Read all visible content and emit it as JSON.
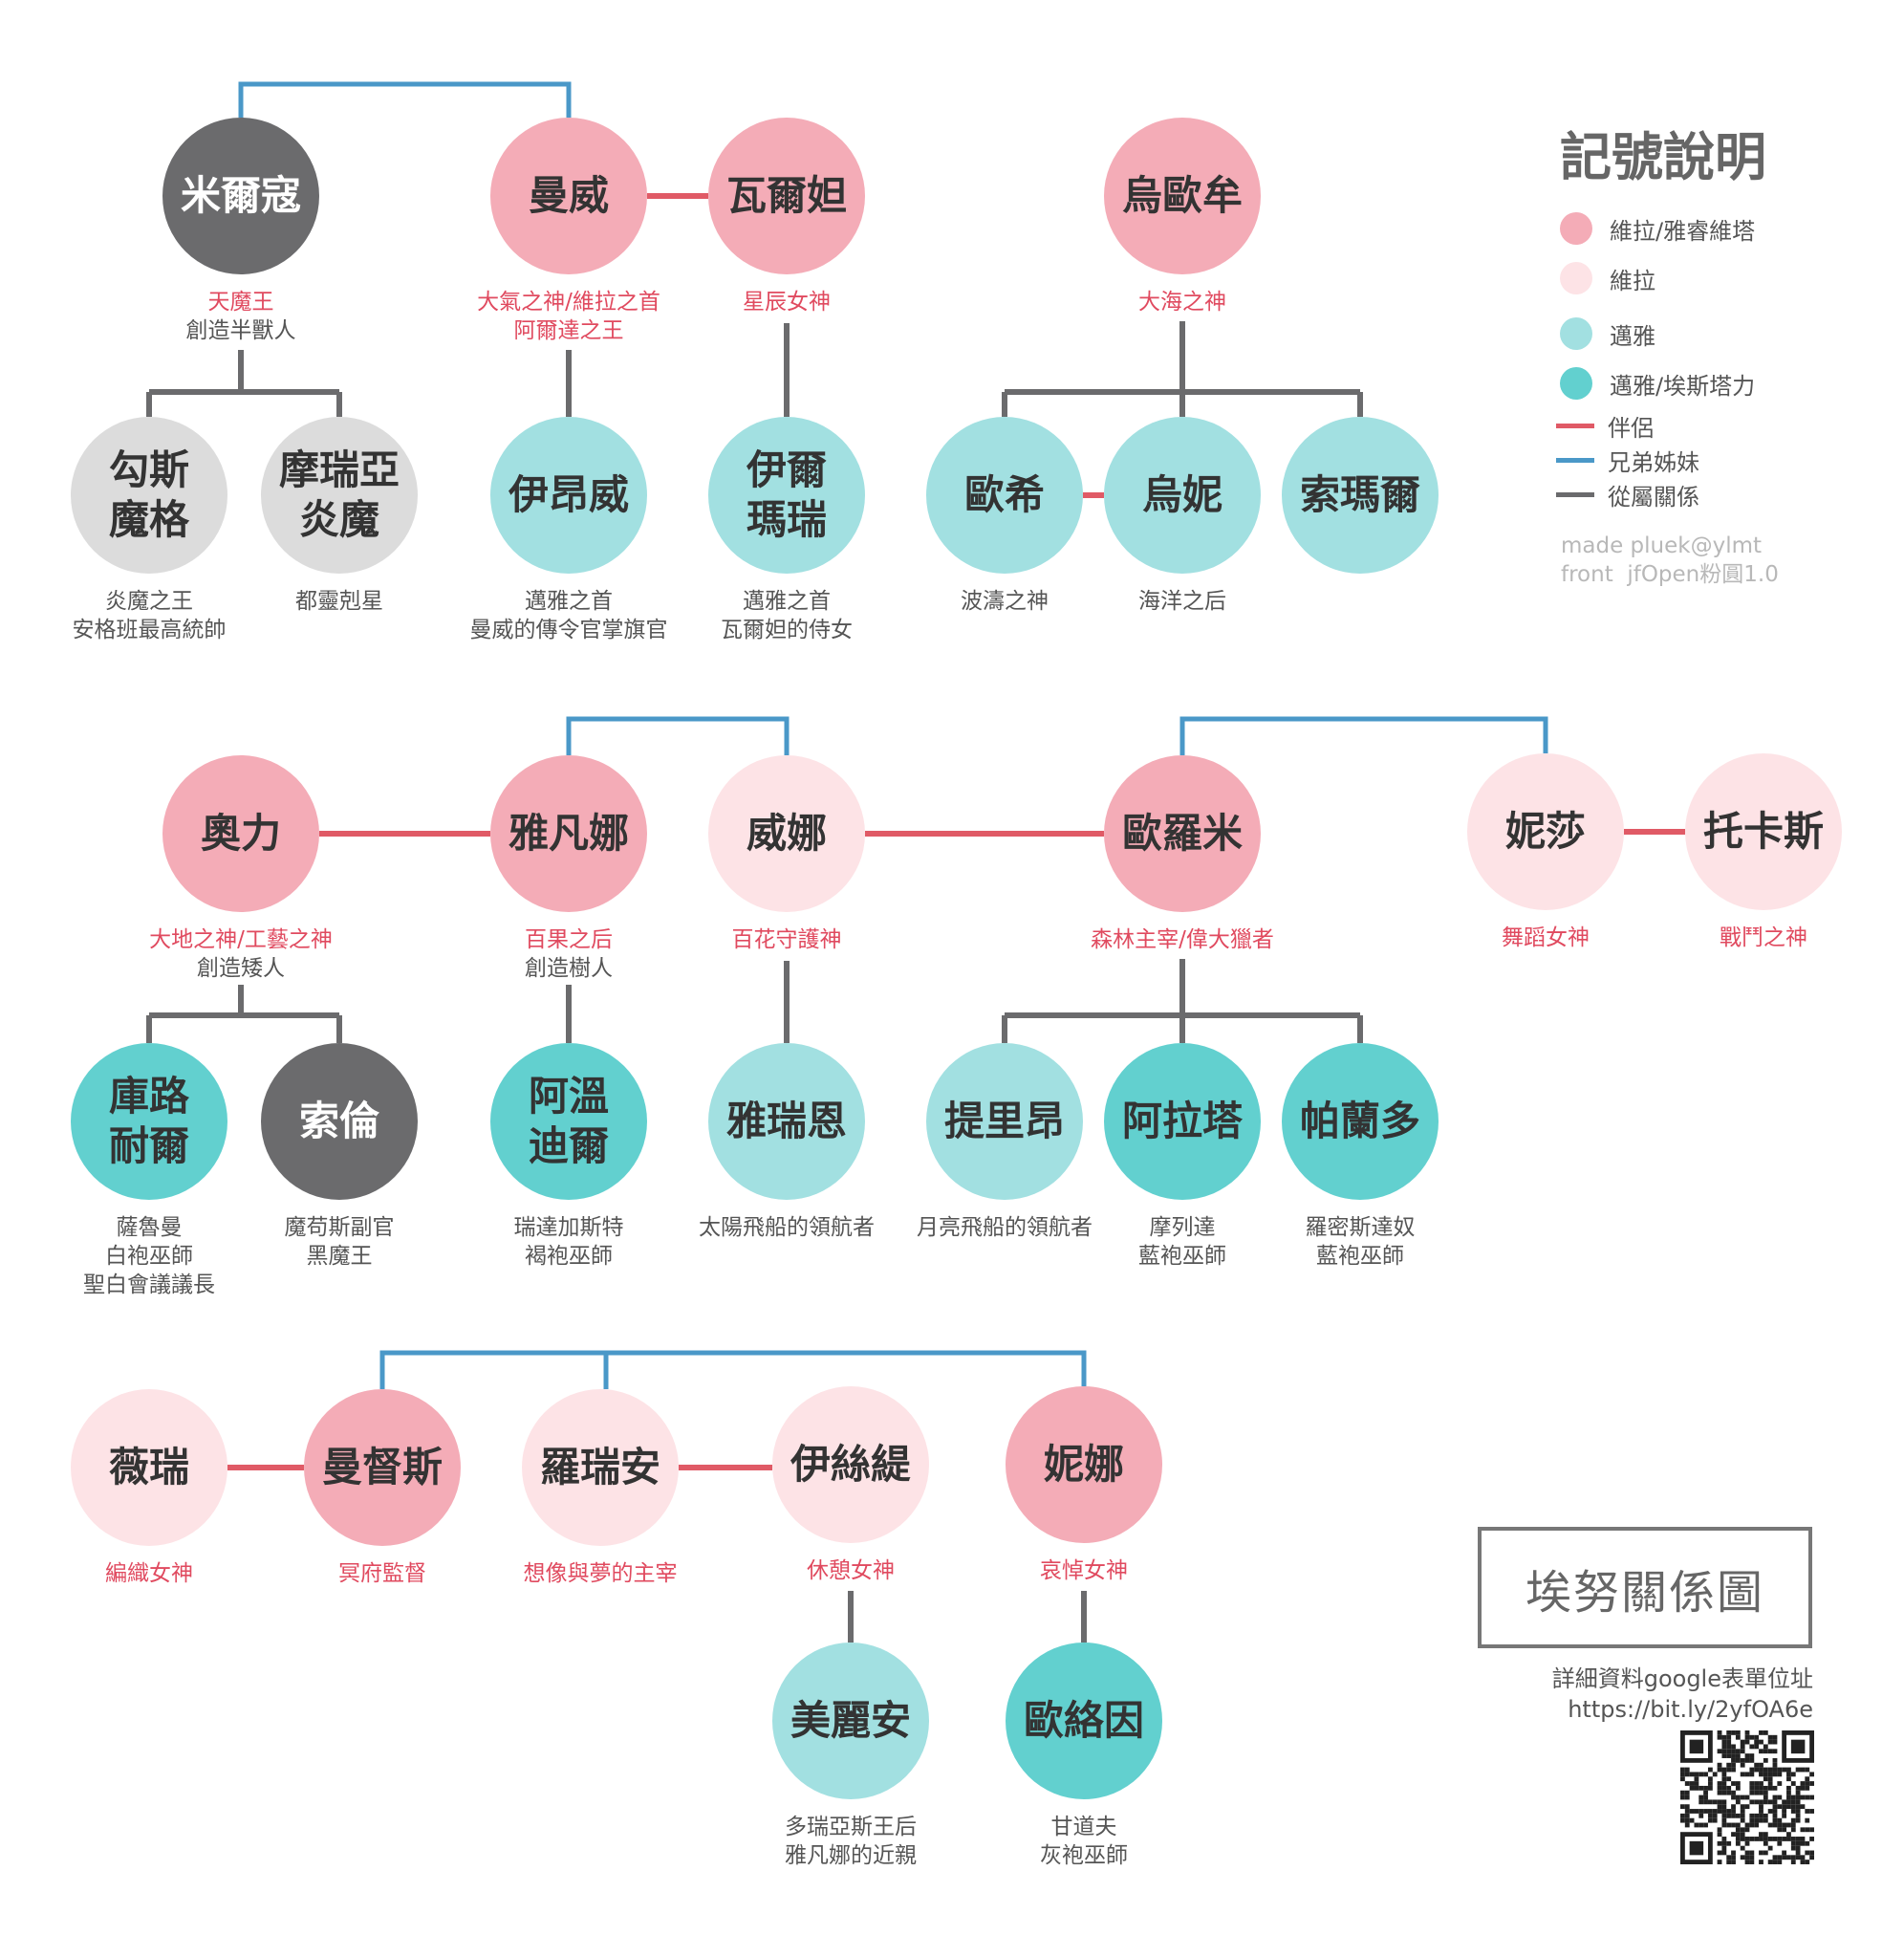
{
  "colors": {
    "valar": "#f4acb7",
    "valar_light": "#fde3e6",
    "maiar": "#a2e0e1",
    "maiar_istari": "#62d0cf",
    "dark": "#6b6b6d",
    "grey": "#dcdcdc",
    "spouse_line": "#e05a66",
    "sibling_line": "#4a98c8",
    "follower_line": "#6b6b6d",
    "title_text": "#e04a5f"
  },
  "legend": {
    "title": "記號說明",
    "items": [
      {
        "type": "dot",
        "color_key": "valar",
        "label": "維拉/雅睿維塔"
      },
      {
        "type": "dot",
        "color_key": "valar_light",
        "label": "維拉"
      },
      {
        "type": "dot",
        "color_key": "maiar",
        "label": "邁雅"
      },
      {
        "type": "dot",
        "color_key": "maiar_istari",
        "label": "邁雅/埃斯塔力"
      },
      {
        "type": "line",
        "color_key": "spouse_line",
        "label": "伴侶"
      },
      {
        "type": "line",
        "color_key": "sibling_line",
        "label": "兄弟姊妹"
      },
      {
        "type": "line",
        "color_key": "follower_line",
        "label": "從屬關係"
      }
    ]
  },
  "credits": {
    "made": "made pluek@ylmt",
    "font": "front  jfOpen粉圓1.0"
  },
  "chart_title": "埃努關係圖",
  "source": {
    "label": "詳細資料google表單位址",
    "url": "https://bit.ly/2yfOA6e"
  },
  "nodes": [
    {
      "id": "melkor",
      "name": "米爾寇",
      "kind": "dark",
      "title": "天魔王",
      "desc": "創造半獸人"
    },
    {
      "id": "manwe",
      "name": "曼威",
      "kind": "valar",
      "title": "大氣之神/維拉之首\n阿爾達之王",
      "desc": ""
    },
    {
      "id": "varda",
      "name": "瓦爾妲",
      "kind": "valar",
      "title": "星辰女神",
      "desc": ""
    },
    {
      "id": "ulmo",
      "name": "烏歐牟",
      "kind": "valar",
      "title": "大海之神",
      "desc": ""
    },
    {
      "id": "gothmog",
      "name": "勾斯\n魔格",
      "kind": "grey",
      "title": "",
      "desc": "炎魔之王\n安格班最高統帥"
    },
    {
      "id": "balrog",
      "name": "摩瑞亞\n炎魔",
      "kind": "grey",
      "title": "",
      "desc": "都靈剋星"
    },
    {
      "id": "eonwe",
      "name": "伊昂威",
      "kind": "maiar",
      "title": "",
      "desc": "邁雅之首\n曼威的傳令官掌旗官"
    },
    {
      "id": "ilmare",
      "name": "伊爾\n瑪瑞",
      "kind": "maiar",
      "title": "",
      "desc": "邁雅之首\n瓦爾妲的侍女"
    },
    {
      "id": "osse",
      "name": "歐希",
      "kind": "maiar",
      "title": "",
      "desc": "波濤之神"
    },
    {
      "id": "uinen",
      "name": "烏妮",
      "kind": "maiar",
      "title": "",
      "desc": "海洋之后"
    },
    {
      "id": "salmar",
      "name": "索瑪爾",
      "kind": "maiar",
      "title": "",
      "desc": ""
    },
    {
      "id": "aule",
      "name": "奧力",
      "kind": "valar",
      "title": "大地之神/工藝之神",
      "desc": "創造矮人"
    },
    {
      "id": "yavanna",
      "name": "雅凡娜",
      "kind": "valar",
      "title": "百果之后",
      "desc": "創造樹人"
    },
    {
      "id": "vana",
      "name": "威娜",
      "kind": "valar_light",
      "title": "百花守護神",
      "desc": ""
    },
    {
      "id": "orome",
      "name": "歐羅米",
      "kind": "valar",
      "title": "森林主宰/偉大獵者",
      "desc": ""
    },
    {
      "id": "nessa",
      "name": "妮莎",
      "kind": "valar_light",
      "title": "舞蹈女神",
      "desc": ""
    },
    {
      "id": "tulkas",
      "name": "托卡斯",
      "kind": "valar_light",
      "title": "戰鬥之神",
      "desc": ""
    },
    {
      "id": "curunir",
      "name": "庫路\n耐爾",
      "kind": "maiar_istari",
      "title": "",
      "desc": "薩魯曼\n白袍巫師\n聖白會議議長"
    },
    {
      "id": "sauron",
      "name": "索倫",
      "kind": "dark",
      "title": "",
      "desc": "魔苟斯副官\n黑魔王"
    },
    {
      "id": "aiwendil",
      "name": "阿溫\n迪爾",
      "kind": "maiar_istari",
      "title": "",
      "desc": "瑞達加斯特\n褐袍巫師"
    },
    {
      "id": "arien",
      "name": "雅瑞恩",
      "kind": "maiar",
      "title": "",
      "desc": "太陽飛船的領航者"
    },
    {
      "id": "tilion",
      "name": "提里昂",
      "kind": "maiar",
      "title": "",
      "desc": "月亮飛船的領航者"
    },
    {
      "id": "alatar",
      "name": "阿拉塔",
      "kind": "maiar_istari",
      "title": "",
      "desc": "摩列達\n藍袍巫師"
    },
    {
      "id": "pallando",
      "name": "帕蘭多",
      "kind": "maiar_istari",
      "title": "",
      "desc": "羅密斯達奴\n藍袍巫師"
    },
    {
      "id": "vaire",
      "name": "薇瑞",
      "kind": "valar_light",
      "title": "編織女神",
      "desc": ""
    },
    {
      "id": "mandos",
      "name": "曼督斯",
      "kind": "valar",
      "title": "冥府監督",
      "desc": ""
    },
    {
      "id": "lorien",
      "name": "羅瑞安",
      "kind": "valar_light",
      "title": "想像與夢的主宰",
      "desc": ""
    },
    {
      "id": "este",
      "name": "伊絲緹",
      "kind": "valar_light",
      "title": "休憩女神",
      "desc": ""
    },
    {
      "id": "nienna",
      "name": "妮娜",
      "kind": "valar",
      "title": "哀悼女神",
      "desc": ""
    },
    {
      "id": "melian",
      "name": "美麗安",
      "kind": "maiar",
      "title": "",
      "desc": "多瑞亞斯王后\n雅凡娜的近親"
    },
    {
      "id": "olorin",
      "name": "歐絡因",
      "kind": "maiar_istari",
      "title": "",
      "desc": "甘道夫\n灰袍巫師"
    }
  ]
}
